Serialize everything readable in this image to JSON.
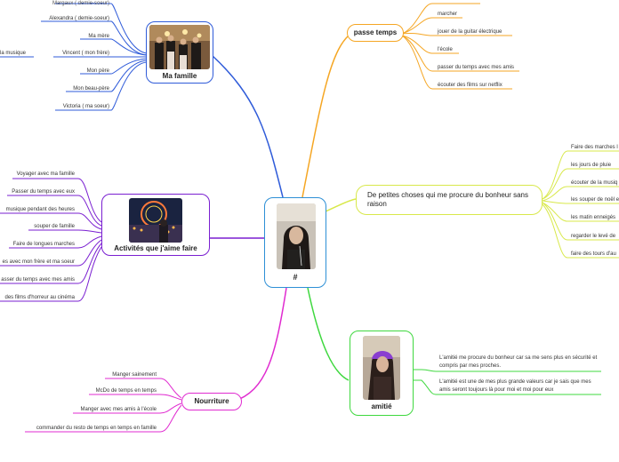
{
  "center": {
    "label": "#"
  },
  "famille": {
    "title": "Ma famille",
    "items": [
      "Alexandra ( demie-soeur)",
      "Ma mère",
      "Vincent ( mon frère)",
      "Mon père",
      "Mon beau-père",
      "Victoria ( ma soeur)"
    ],
    "side_items": [
      "la musique"
    ],
    "color": "#2f5bd9"
  },
  "activites": {
    "title": "Activités que j'aime faire",
    "items": [
      "Voyager avec ma famille",
      "Passer du temps avec eux",
      "musique pendant des heures",
      "souper de famille",
      "Faire de longues marches",
      "es avec mon frère et ma soeur",
      "asser du temps avec mes amis",
      "des films d'horreur au cinéma"
    ],
    "color": "#7a1fd1"
  },
  "nourriture": {
    "title": "Nourriture",
    "items": [
      "Manger sainement",
      "McDo de temps en temps",
      "Manger avec mes amis à l'école",
      "commander du resto de temps en temps en famille"
    ],
    "color": "#e02bd0"
  },
  "passe_temps": {
    "title": "passe temps",
    "items": [
      "marcher",
      "jouer de la guitar électrique",
      "l'école",
      "passer du temps avec mes amis",
      "écouter des films sur netflix"
    ],
    "color": "#f5a623"
  },
  "petites_choses": {
    "title": "De petites choses qui me procure du bonheur sans raison",
    "items": [
      "Faire des marches l",
      "les jours de pluie",
      "écouter de la musiq",
      "les souper de noël e",
      "les matin enneigés",
      "regarder le levé de",
      "faire des tours d'au"
    ],
    "color": "#d8e84a"
  },
  "amitie": {
    "title": "amitié",
    "items": [
      "L'amitié me procure du bonheur car sa me sens plus en sécurité et compris par mes proches.",
      "L'amitié est une de mes plus grande valeurs car je sais que mes amis seront toujours là pour moi et moi pour eux"
    ],
    "color": "#3fd83f"
  },
  "center_color": "#2d8fd6"
}
